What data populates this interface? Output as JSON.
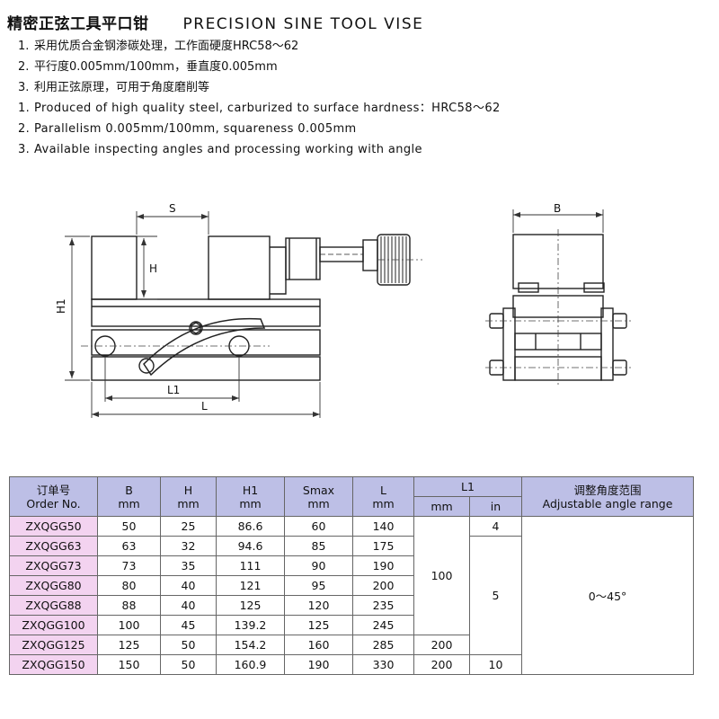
{
  "title": {
    "cn": "精密正弦工具平口钳",
    "en": "PRECISION SINE TOOL VISE"
  },
  "features": [
    {
      "num": "1.",
      "text": "采用优质合金钢渗碳处理，工作面硬度HRC58～62"
    },
    {
      "num": "2.",
      "text": "平行度0.005mm/100mm，垂直度0.005mm"
    },
    {
      "num": "3.",
      "text": "利用正弦原理，可用于角度磨削等"
    },
    {
      "num": "1.",
      "text": "Produced of high quality steel, carburized to surface hardness：HRC58～62"
    },
    {
      "num": "2.",
      "text": "Parallelism 0.005mm/100mm, squareness 0.005mm"
    },
    {
      "num": "3.",
      "text": "Available inspecting angles and processing working with angle"
    }
  ],
  "drawing_labels": {
    "S": "S",
    "H": "H",
    "H1": "H1",
    "L1": "L1",
    "L": "L",
    "B": "B"
  },
  "table": {
    "headers": {
      "order_cn": "订单号",
      "order_en": "Order No.",
      "B": "B",
      "H": "H",
      "H1": "H1",
      "Smax": "Smax",
      "L": "L",
      "L1": "L1",
      "mm": "mm",
      "in": "in",
      "angle_cn": "调整角度范围",
      "angle_en": "Adjustable angle range"
    },
    "rows": [
      {
        "model": "ZXQGG50",
        "B": "50",
        "H": "25",
        "H1": "86.6",
        "Smax": "60",
        "L": "140"
      },
      {
        "model": "ZXQGG63",
        "B": "63",
        "H": "32",
        "H1": "94.6",
        "Smax": "85",
        "L": "175"
      },
      {
        "model": "ZXQGG73",
        "B": "73",
        "H": "35",
        "H1": "111",
        "Smax": "90",
        "L": "190"
      },
      {
        "model": "ZXQGG80",
        "B": "80",
        "H": "40",
        "H1": "121",
        "Smax": "95",
        "L": "200"
      },
      {
        "model": "ZXQGG88",
        "B": "88",
        "H": "40",
        "H1": "125",
        "Smax": "120",
        "L": "235"
      },
      {
        "model": "ZXQGG100",
        "B": "100",
        "H": "45",
        "H1": "139.2",
        "Smax": "125",
        "L": "245"
      },
      {
        "model": "ZXQGG125",
        "B": "125",
        "H": "50",
        "H1": "154.2",
        "Smax": "160",
        "L": "285"
      },
      {
        "model": "ZXQGG150",
        "B": "150",
        "H": "50",
        "H1": "160.9",
        "Smax": "190",
        "L": "330"
      }
    ],
    "merged": {
      "l1_mm_group": "100",
      "l1_mm_125": "200",
      "l1_mm_150": "200",
      "l1_in_50": "4",
      "l1_in_group": "5",
      "l1_in_150": "10",
      "angle_range": "0～45°"
    }
  }
}
